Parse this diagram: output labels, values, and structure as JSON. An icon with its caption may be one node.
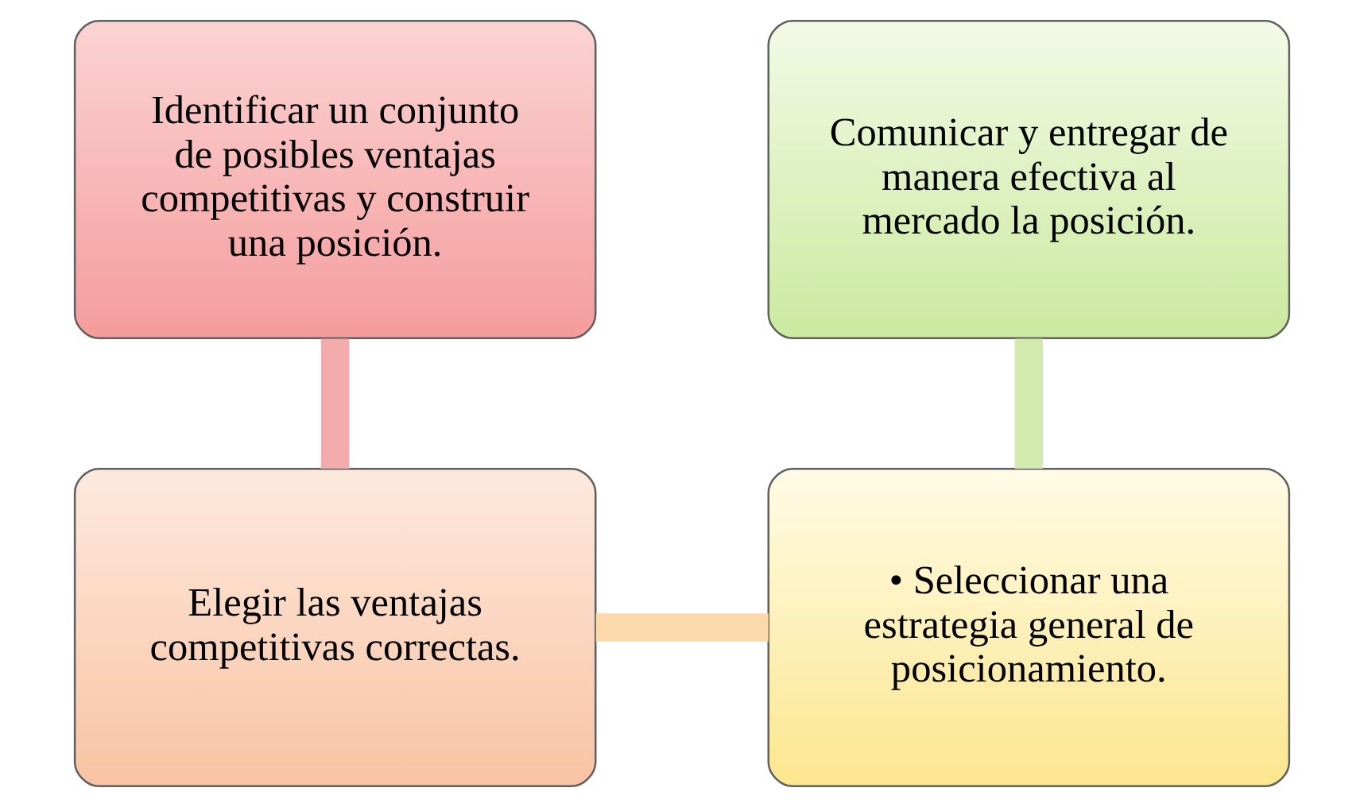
{
  "diagram": {
    "nodes": [
      {
        "text": [
          "Identificar un conjunto de posibles ventajas competitivas y construir una posición."
        ]
      },
      {
        "text": [
          "Comunicar y entregar de manera efectiva al mercado la posición."
        ]
      },
      {
        "text": [
          "Elegir las ventajas competitivas correctas."
        ]
      },
      {
        "text": [
          "• Seleccionar una estrategia general de posicionamiento."
        ]
      }
    ],
    "edges": [
      {
        "from": 0,
        "to": 2,
        "arrow": "none",
        "color": "#f4abab"
      },
      {
        "from": 2,
        "to": 3,
        "arrow": "none",
        "color": "#fbd9aa"
      },
      {
        "from": 3,
        "to": 1,
        "arrow": "none",
        "color": "#d3eaae"
      }
    ]
  }
}
